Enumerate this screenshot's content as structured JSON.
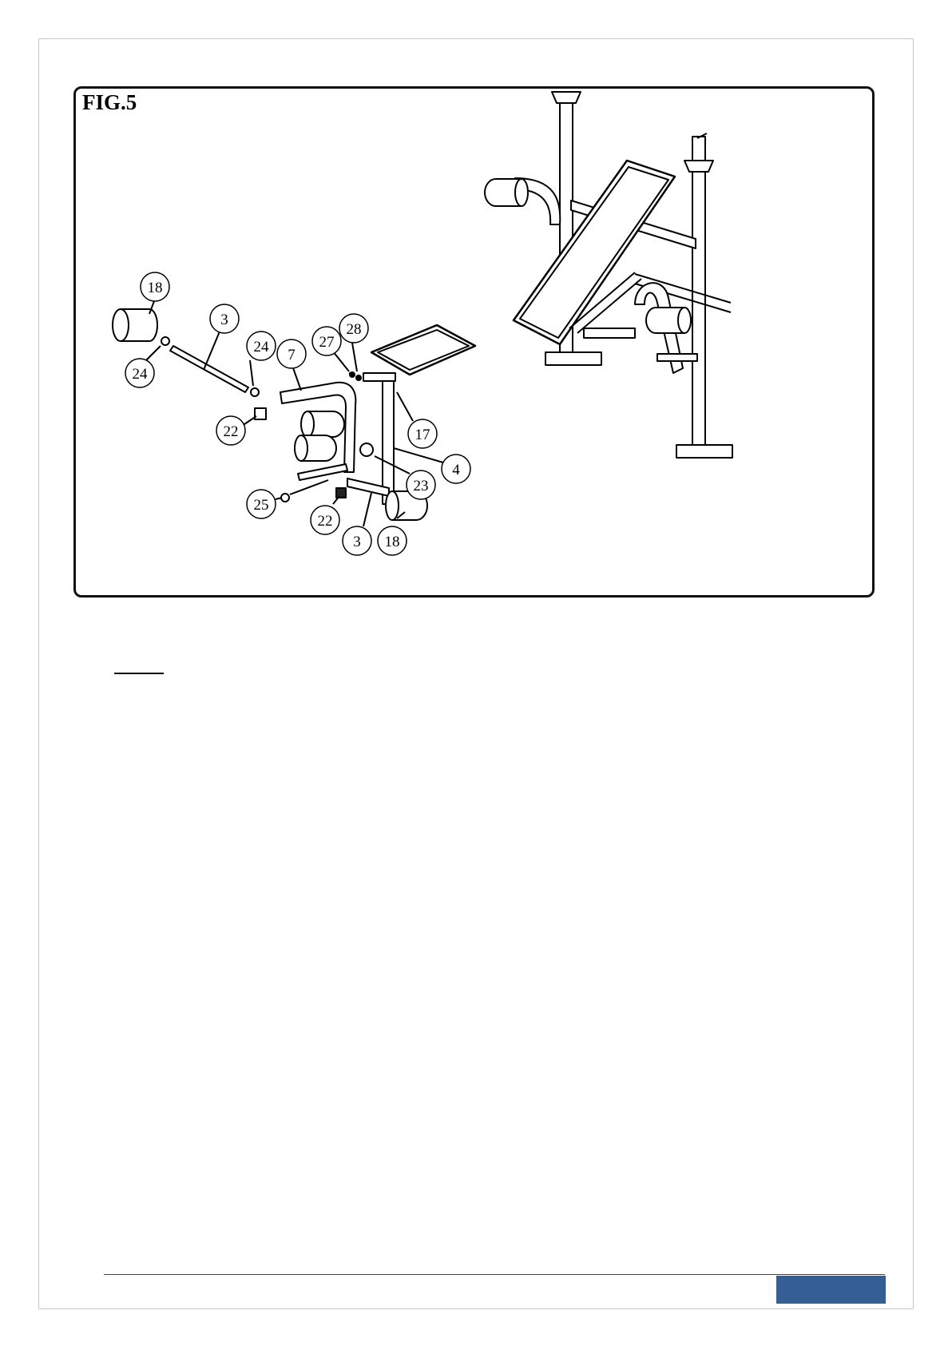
{
  "figure": {
    "label": "FIG.5",
    "callouts": [
      {
        "id": "18a",
        "text": "18"
      },
      {
        "id": "24a",
        "text": "24"
      },
      {
        "id": "3a",
        "text": "3"
      },
      {
        "id": "24b",
        "text": "24"
      },
      {
        "id": "7",
        "text": "7"
      },
      {
        "id": "27",
        "text": "27"
      },
      {
        "id": "28",
        "text": "28"
      },
      {
        "id": "22a",
        "text": "22"
      },
      {
        "id": "17",
        "text": "17"
      },
      {
        "id": "4",
        "text": "4"
      },
      {
        "id": "23",
        "text": "23"
      },
      {
        "id": "25",
        "text": "25"
      },
      {
        "id": "22b",
        "text": "22"
      },
      {
        "id": "3b",
        "text": "3"
      },
      {
        "id": "18b",
        "text": "18"
      }
    ]
  },
  "colors": {
    "frame": "#111111",
    "footer_tab": "#355e94",
    "page_border": "#c8c8c8"
  }
}
